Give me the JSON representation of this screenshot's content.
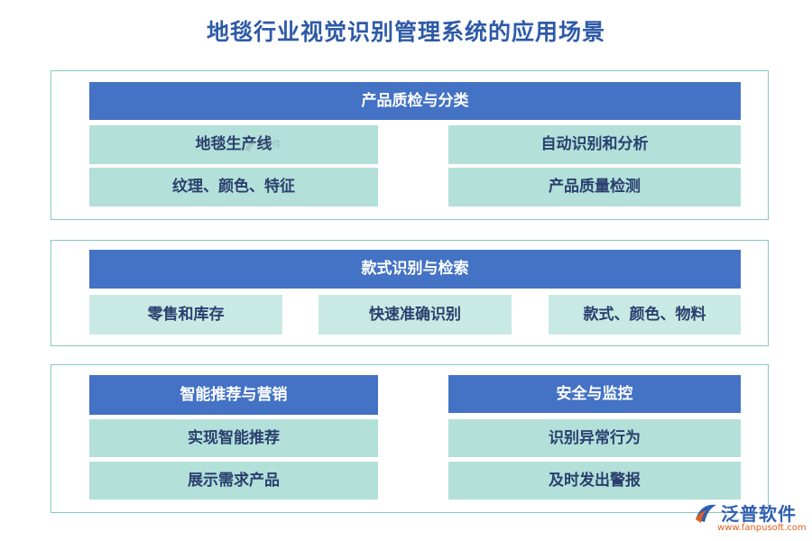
{
  "title": "地毯行业视觉识别管理系统的应用场景",
  "colors": {
    "title": "#2e5aa8",
    "header_bg": "#4472c4",
    "cell_bg": "#b3e0d9",
    "cell_bg_light": "#c9e9e4",
    "cell_text": "#2a3f6e",
    "panel_border": "#86c7c2"
  },
  "section1": {
    "header": "产品质检与分类",
    "left": [
      "地毯生产线",
      "纹理、颜色、特征"
    ],
    "right": [
      "自动识别和分析",
      "产品质量检测"
    ]
  },
  "section2": {
    "header": "款式识别与检索",
    "items": [
      "零售和库存",
      "快速准确识别",
      "款式、颜色、物料"
    ]
  },
  "section3": {
    "left": {
      "header": "智能推荐与营销",
      "items": [
        "实现智能推荐",
        "展示需求产品"
      ]
    },
    "right": {
      "header": "安全与监控",
      "items": [
        "识别异常行为",
        "及时发出警报"
      ]
    }
  },
  "watermark": {
    "text": "软件",
    "icon": "fanpu-logo-icon"
  },
  "logo": {
    "brand": "泛普软件",
    "url": "www.fanpusoft.com",
    "icon": "fanpu-logo-icon"
  }
}
